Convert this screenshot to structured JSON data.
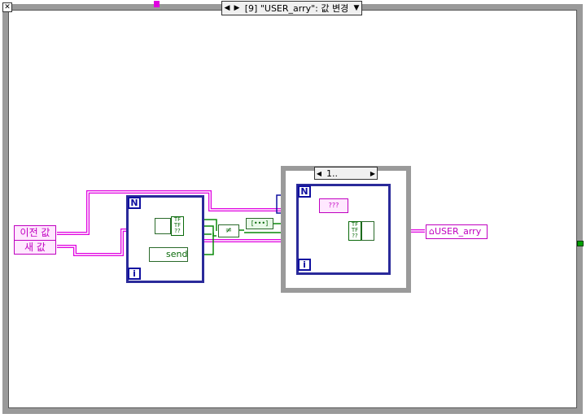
{
  "case_structure": {
    "selector_label": "[9] \"USER_arry\": 값 변경",
    "prev_arrow": "◀",
    "next_arrow": "▶",
    "dropdown_arrow": "▼",
    "close_glyph": "✕"
  },
  "event_data": {
    "old_value_label": "이전 값",
    "new_value_label": "새 값"
  },
  "left_loop": {
    "count_label": "N",
    "index_label": "i",
    "send_label": "send",
    "tf_label_1": "TF",
    "tf_label_2": "TF",
    "tf_label_3": "??"
  },
  "xor": {
    "label": "≠"
  },
  "build_array": {
    "label": "[•••]"
  },
  "sequence": {
    "selector_label": "1..",
    "prev_arrow": "◀",
    "next_arrow": "▶"
  },
  "inner_loop": {
    "count_label": "N",
    "index_label": "i",
    "const_label": "???",
    "tf_label_1": "TF",
    "tf_label_2": "TF",
    "tf_label_3": "??"
  },
  "local_variable": {
    "label": "USER_arry",
    "icon": "home-icon"
  },
  "colors": {
    "pink_wire": "#e000e0",
    "green_wire": "#0a8a0a",
    "blue_wire": "#1010a0",
    "frame_gray": "#9a9a9a"
  }
}
